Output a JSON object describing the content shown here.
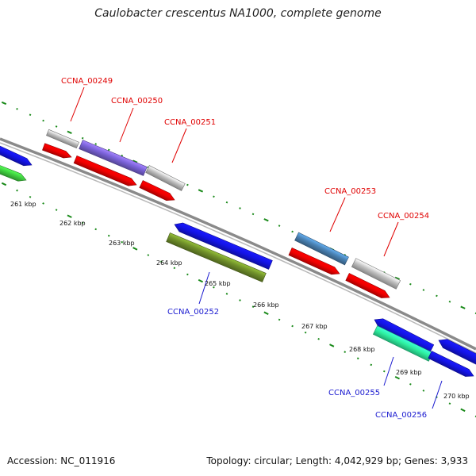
{
  "title": "Caulobacter crescentus NA1000, complete genome",
  "footer": {
    "accession": "Accession: NC_011916",
    "info": "Topology: circular; Length: 4,042,929 bp; Genes: 3,933"
  },
  "colors": {
    "backbone": "#8a8a8a",
    "dots": "#1a8a1a",
    "label_top": "#e00000",
    "label_bottom": "#1a1ad0",
    "gray": "#c0c0c0",
    "purple": "#7a62d8",
    "red": "#f00000",
    "blue": "#1414e6",
    "green": "#40d040",
    "olive": "#6f8f2a",
    "steel": "#4a82b4",
    "aqua": "#2ef0a0"
  },
  "kbp_labels": [
    "261 kbp",
    "262 kbp",
    "263 kbp",
    "264 kbp",
    "265 kbp",
    "266 kbp",
    "267 kbp",
    "268 kbp",
    "269 kbp",
    "270 kbp"
  ],
  "gene_labels": {
    "top": [
      "CCNA_00249",
      "CCNA_00250",
      "CCNA_00251",
      "CCNA_00253",
      "CCNA_00254"
    ],
    "bottom": [
      "CCNA_00252",
      "CCNA_00255",
      "CCNA_00256"
    ]
  }
}
